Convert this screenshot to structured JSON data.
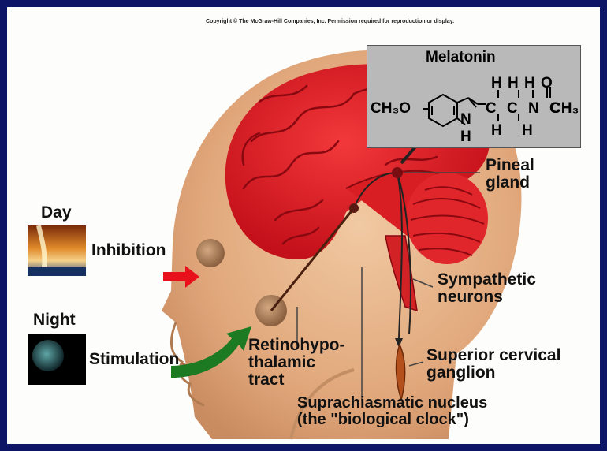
{
  "copyright": "Copyright © The McGraw-Hill Companies, Inc. Permission required for reproduction or display.",
  "melatonin": {
    "title": "Melatonin",
    "ch3o": "CH₃O",
    "nh_n": "N",
    "nh_h": "H",
    "h_top_row": "H H H O",
    "carbons": "C C N C",
    "ch3": "CH₃",
    "h_bottom_row": "H H"
  },
  "labels": {
    "day": "Day",
    "night": "Night",
    "inhibition": "Inhibition",
    "stimulation": "Stimulation",
    "pineal_1": "Pineal",
    "pineal_2": "gland",
    "sympathetic_1": "Sympathetic",
    "sympathetic_2": "neurons",
    "retino_1": "Retinohypo-",
    "retino_2": "thalamic",
    "retino_3": "tract",
    "superior_1": "Superior cervical",
    "superior_2": "ganglion",
    "scn_1": "Suprachiasmatic nucleus",
    "scn_2": "(the \"biological clock\")"
  },
  "colors": {
    "frame": "#0d1566",
    "skin": "#e8b48a",
    "brain": "#e01a1e",
    "arrow_inhibition": "#e8101a",
    "arrow_stimulation": "#1c7a23",
    "box": "#b9b9b9"
  }
}
